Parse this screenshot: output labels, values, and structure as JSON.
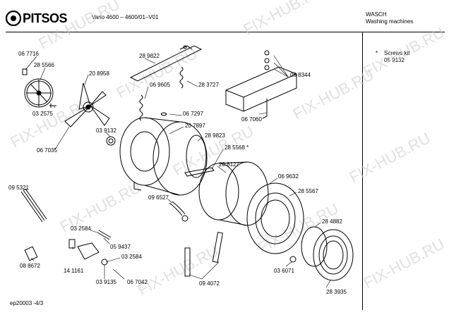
{
  "header": {
    "brand": "PITSOS",
    "model": "Vario 4600 – 4600/01–V01",
    "category_de": "WASCH",
    "category_en": "Washing machines"
  },
  "legend": {
    "asterisk": "*",
    "note": "Screws kit",
    "part": "05 9132"
  },
  "watermark": "FIX-HUB.RU",
  "footer": "ep20003 -4/3",
  "labels": [
    {
      "id": "l1",
      "text": "06 7716"
    },
    {
      "id": "l2",
      "text": "28 5566"
    },
    {
      "id": "l3",
      "text": "20 8958"
    },
    {
      "id": "l4",
      "text": "28 9822"
    },
    {
      "id": "l5",
      "text": "06 9605"
    },
    {
      "id": "l6",
      "text": "28 3727"
    },
    {
      "id": "l7",
      "text": "06 8344"
    },
    {
      "id": "l8",
      "text": "03 2575"
    },
    {
      "id": "l9",
      "text": "06 7297"
    },
    {
      "id": "l10",
      "text": "06 7060"
    },
    {
      "id": "l11",
      "text": "03 9132"
    },
    {
      "id": "l12",
      "text": "20 7897"
    },
    {
      "id": "l13",
      "text": "28 9823"
    },
    {
      "id": "l14",
      "text": "06 7035"
    },
    {
      "id": "l15",
      "text": "28 5568 *"
    },
    {
      "id": "l16",
      "text": "20 8127"
    },
    {
      "id": "l17",
      "text": "06 9632"
    },
    {
      "id": "l18",
      "text": "09 5321"
    },
    {
      "id": "l19",
      "text": "28 5567"
    },
    {
      "id": "l20",
      "text": "09 6527"
    },
    {
      "id": "l21",
      "text": "28 4882"
    },
    {
      "id": "l22",
      "text": "03 2584"
    },
    {
      "id": "l23",
      "text": "05 9437"
    },
    {
      "id": "l24",
      "text": "03 2584"
    },
    {
      "id": "l25",
      "text": "08 8672"
    },
    {
      "id": "l26",
      "text": "14 1161"
    },
    {
      "id": "l27",
      "text": "03 6071"
    },
    {
      "id": "l28",
      "text": "03 9135"
    },
    {
      "id": "l29",
      "text": "06 7042"
    },
    {
      "id": "l30",
      "text": "09 4072"
    },
    {
      "id": "l31",
      "text": "28 3935"
    }
  ]
}
